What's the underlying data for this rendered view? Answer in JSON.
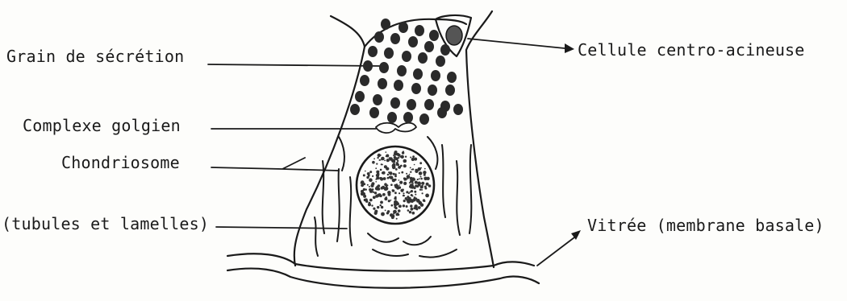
{
  "labels": {
    "grain_secretion": "Grain de sécrétion",
    "complexe_golgien": "Complexe golgien",
    "chondriosome": "Chondriosome",
    "tubules_lamelles": "(tubules et lamelles)",
    "cellule_centro_acineuse": "Cellule centro-acineuse",
    "vitree": "Vitrée (membrane basale)"
  },
  "colors": {
    "ink": "#1a1a1a",
    "paper": "#fdfdfb"
  }
}
